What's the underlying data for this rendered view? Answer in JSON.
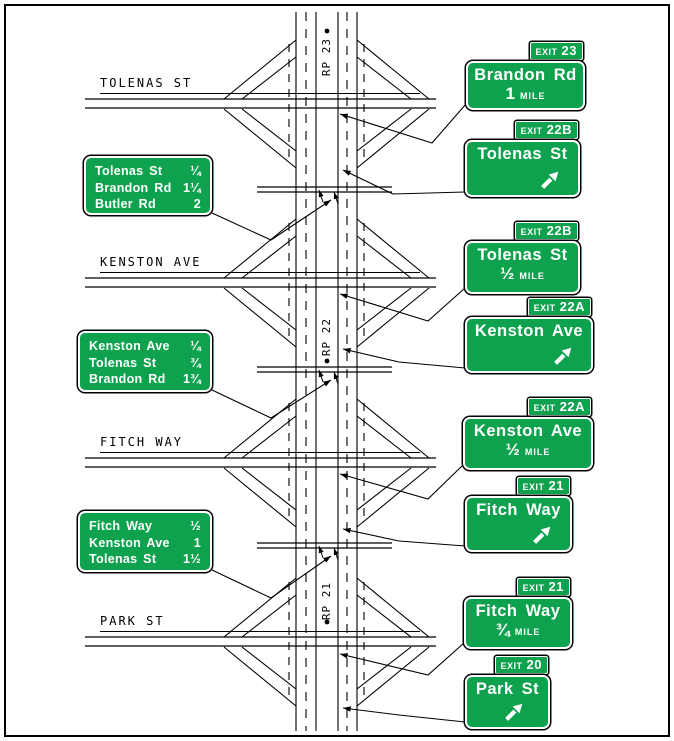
{
  "colors": {
    "sign_green": "#0FA24E",
    "sign_text": "#FFFFFF",
    "line_color": "#000000",
    "background": "#FFFFFF"
  },
  "streets": [
    {
      "label": "TOLENAS ST"
    },
    {
      "label": "KENSTON AVE"
    },
    {
      "label": "FITCH WAY"
    },
    {
      "label": "PARK ST"
    }
  ],
  "reference_posts": [
    {
      "label": "RP 23"
    },
    {
      "label": "RP 22"
    },
    {
      "label": "RP 21"
    }
  ],
  "guide_signs": [
    {
      "type": "advance",
      "exit_word": "EXIT",
      "exit_number": "23",
      "destination": "Brandon Rd",
      "distance": "1",
      "unit": "MILE"
    },
    {
      "type": "exit_direction",
      "exit_word": "EXIT",
      "exit_number": "22B",
      "destination": "Tolenas St"
    },
    {
      "type": "advance",
      "exit_word": "EXIT",
      "exit_number": "22B",
      "destination": "Tolenas St",
      "distance": "½",
      "unit": "MILE"
    },
    {
      "type": "exit_direction",
      "exit_word": "EXIT",
      "exit_number": "22A",
      "destination": "Kenston Ave"
    },
    {
      "type": "advance",
      "exit_word": "EXIT",
      "exit_number": "22A",
      "destination": "Kenston Ave",
      "distance": "½",
      "unit": "MILE"
    },
    {
      "type": "exit_direction",
      "exit_word": "EXIT",
      "exit_number": "21",
      "destination": "Fitch Way"
    },
    {
      "type": "advance",
      "exit_word": "EXIT",
      "exit_number": "21",
      "destination": "Fitch Way",
      "distance": "¾",
      "unit": "MILE"
    },
    {
      "type": "exit_direction",
      "exit_word": "EXIT",
      "exit_number": "20",
      "destination": "Park St"
    }
  ],
  "mileage_signs": [
    {
      "rows": [
        {
          "name": "Tolenas St",
          "distance": "¼"
        },
        {
          "name": "Brandon Rd",
          "distance": "1¼"
        },
        {
          "name": "Butler Rd",
          "distance": "2"
        }
      ]
    },
    {
      "rows": [
        {
          "name": "Kenston Ave",
          "distance": "¼"
        },
        {
          "name": "Tolenas St",
          "distance": "¾"
        },
        {
          "name": "Brandon Rd",
          "distance": "1¾"
        }
      ]
    },
    {
      "rows": [
        {
          "name": "Fitch Way",
          "distance": "½"
        },
        {
          "name": "Kenston Ave",
          "distance": "1"
        },
        {
          "name": "Tolenas St",
          "distance": "1½"
        }
      ]
    }
  ]
}
